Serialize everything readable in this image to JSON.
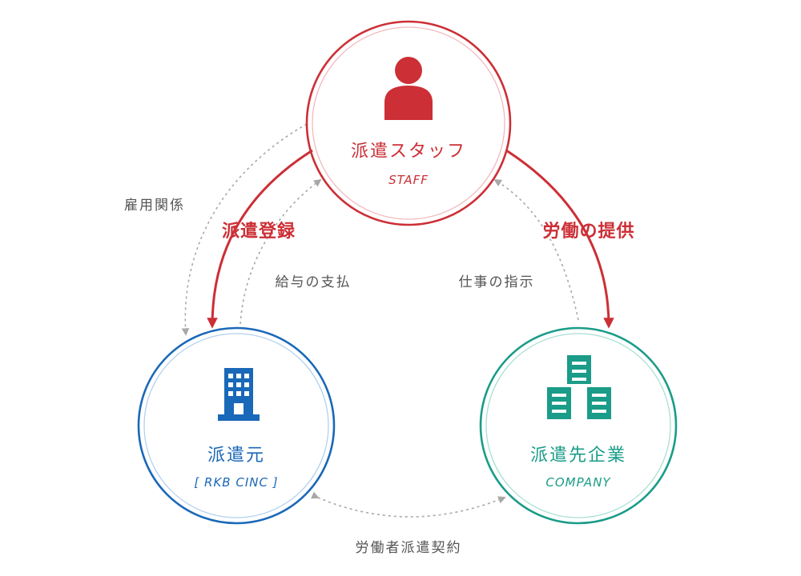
{
  "colors": {
    "staff": "#cc2f36",
    "source": "#1a68b8",
    "company": "#1a9c88",
    "arrow_gray": "#a8a8a8",
    "label_gray": "#555555"
  },
  "nodes": {
    "staff": {
      "title": "派遣スタッフ",
      "subtitle": "STAFF",
      "icon": "person-icon"
    },
    "source": {
      "title": "派遣元",
      "subtitle": "[ RKB CINC ]",
      "icon": "office-building-icon"
    },
    "company": {
      "title": "派遣先企業",
      "subtitle": "COMPANY",
      "icon": "company-buildings-icon"
    }
  },
  "relations": {
    "registration": "派遣登録",
    "labor_provision": "労働の提供",
    "employment": "雇用関係",
    "salary_payment": "給与の支払",
    "work_instruction": "仕事の指示",
    "dispatch_contract": "労働者派遣契約"
  }
}
